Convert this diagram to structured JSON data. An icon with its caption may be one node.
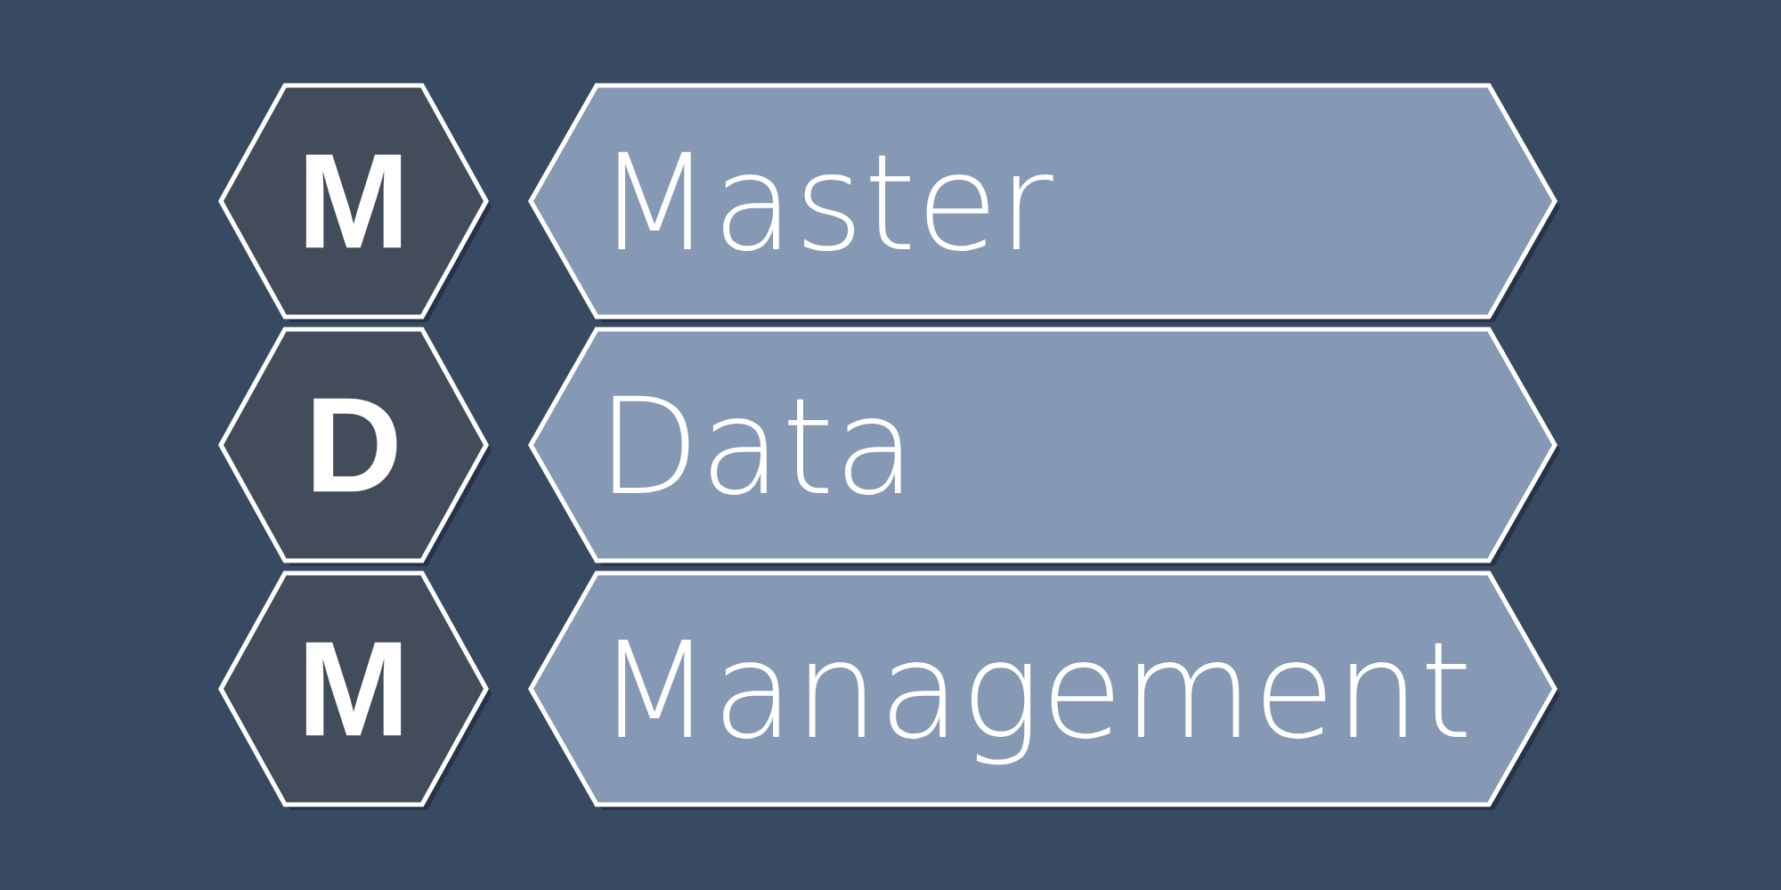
{
  "diagram": {
    "nodes": [
      {
        "text": [
          "M"
        ]
      },
      {
        "text": [
          "Master"
        ]
      },
      {
        "text": [
          "D"
        ]
      },
      {
        "text": [
          "Data"
        ]
      },
      {
        "text": [
          "M"
        ]
      },
      {
        "text": [
          "Management"
        ]
      }
    ]
  }
}
